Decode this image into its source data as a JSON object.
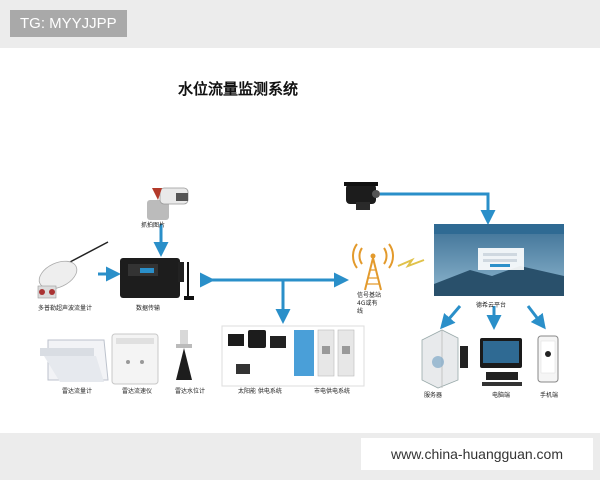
{
  "watermark": "TG: MYYJJPP",
  "title": "水位流量监测系统",
  "labels": {
    "camera_capture": "抓拍图片",
    "doppler": "多普勒超声波流量计",
    "data_transmission": "数据传输",
    "base_station_line1": "信号基站",
    "base_station_line2": "4G或有",
    "base_station_line3": "线",
    "cloud_platform": "德希云平台",
    "radar_flow_meter": "雷达流量计",
    "radar_velocity": "雷达流速仪",
    "radar_level": "雷达水位计",
    "solar_power": "太阳能 供电系统",
    "mains_power": "市电供电系统",
    "server": "服务器",
    "computer": "电脑端",
    "phone": "手机端"
  },
  "footer_url": "www.china-huangguan.com",
  "colors": {
    "arrow": "#2a8fc9",
    "tower": "#e39a2c",
    "background": "#ececec",
    "panel": "#ffffff"
  }
}
